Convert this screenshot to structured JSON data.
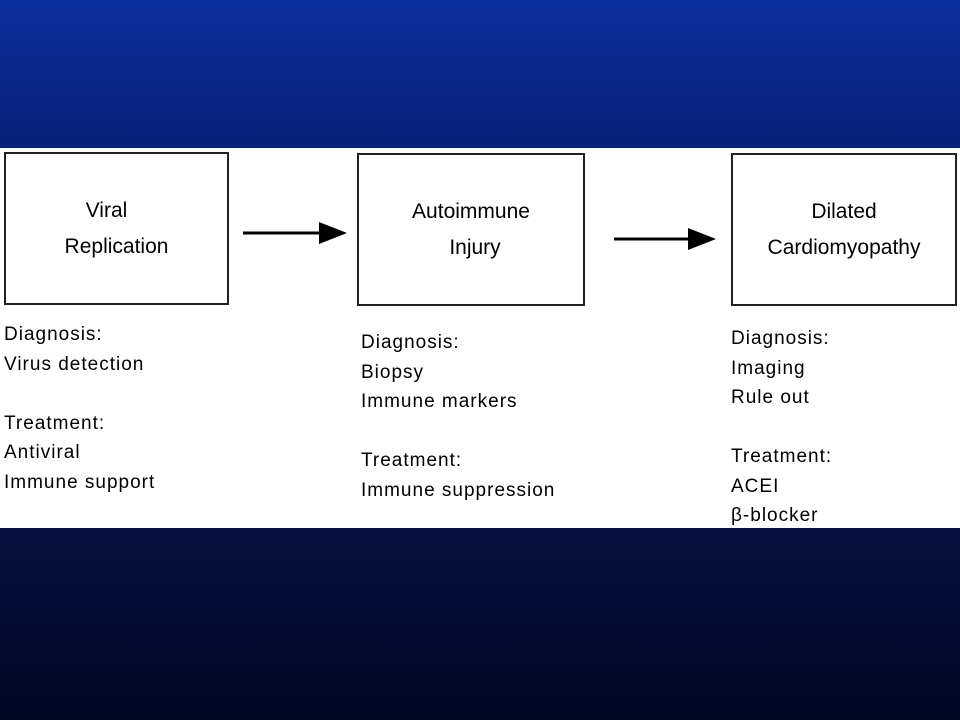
{
  "stages": [
    {
      "title_lines": [
        "Viral",
        "Replication"
      ],
      "diagnosis_label": "Diagnosis:",
      "diagnosis_items": [
        "Virus detection"
      ],
      "treatment_label": "Treatment:",
      "treatment_items": [
        "Antiviral",
        "Immune support"
      ]
    },
    {
      "title_lines": [
        "Autoimmune",
        "Injury"
      ],
      "diagnosis_label": "Diagnosis:",
      "diagnosis_items": [
        "Biopsy",
        "Immune markers"
      ],
      "treatment_label": "Treatment:",
      "treatment_items": [
        "Immune suppression"
      ]
    },
    {
      "title_lines": [
        "Dilated",
        "Cardiomyopathy"
      ],
      "diagnosis_label": "Diagnosis:",
      "diagnosis_items": [
        "Imaging",
        "Rule out"
      ],
      "treatment_label": "Treatment:",
      "treatment_items": [
        "ACEI",
        "β-blocker"
      ]
    }
  ],
  "colors": {
    "background_top": "#0a2f9e",
    "background_bottom": "#010824",
    "panel": "#ffffff",
    "ink": "#000000"
  }
}
